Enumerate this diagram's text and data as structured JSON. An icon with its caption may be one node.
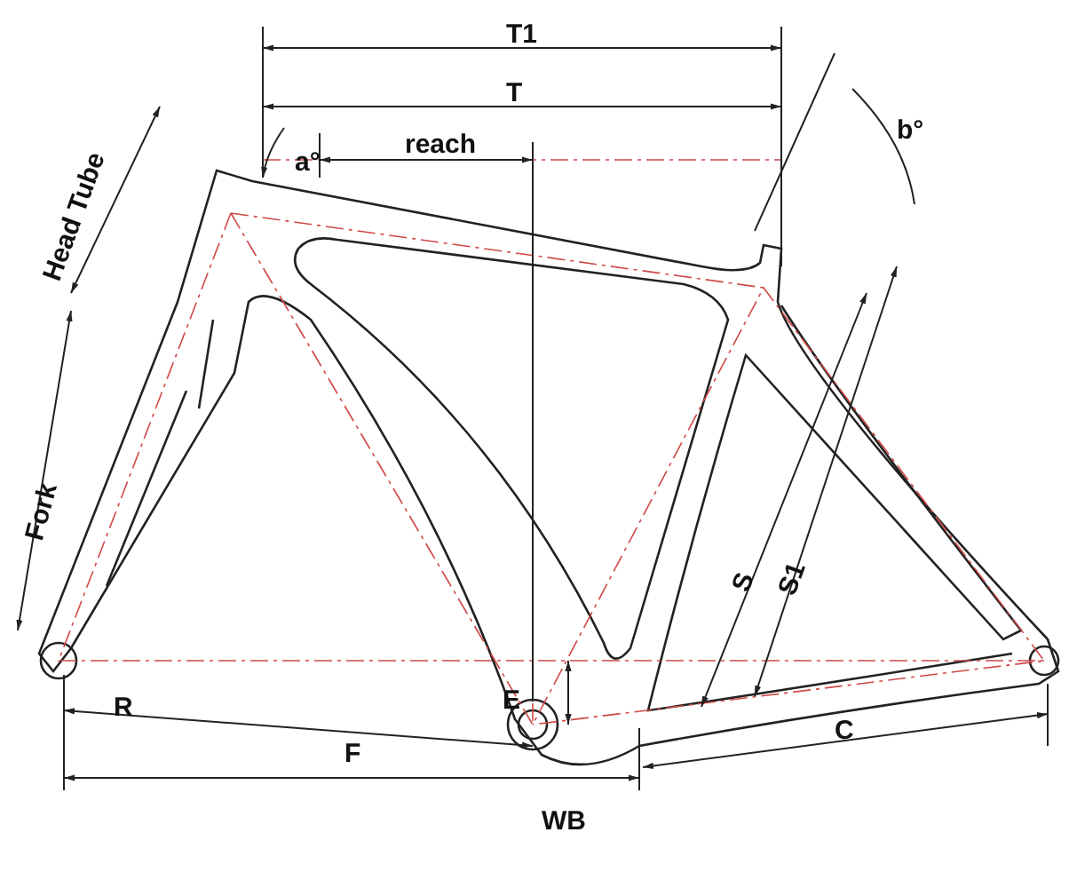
{
  "diagram": {
    "labels": [
      "T1",
      "T",
      "b°",
      "a°",
      "reach",
      "Head Tube",
      "Fork",
      "S",
      "S1",
      "E",
      "R",
      "F",
      "C",
      "WB"
    ]
  }
}
